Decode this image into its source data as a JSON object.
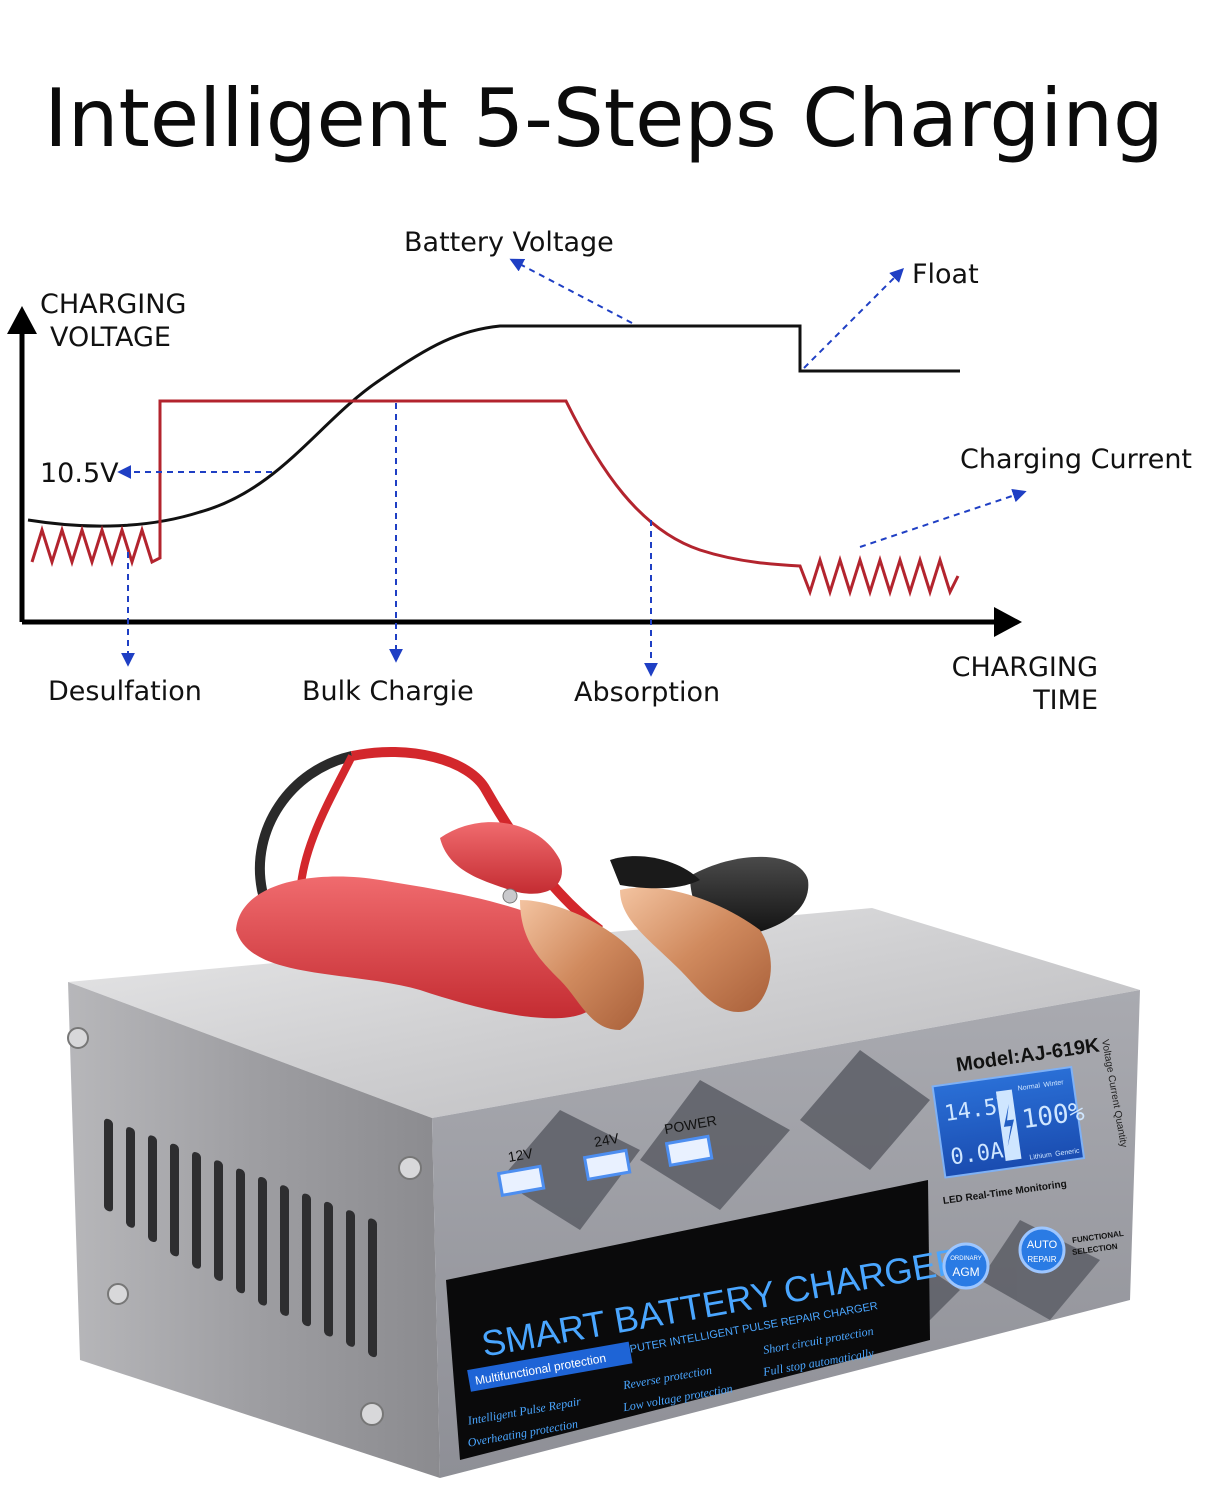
{
  "title": "Intelligent 5-Steps Charging",
  "diagram": {
    "y_axis_label_line1": "CHARGING",
    "y_axis_label_line2": "VOLTAGE",
    "x_axis_label_line1": "CHARGING",
    "x_axis_label_line2": "TIME",
    "voltage_marker": "10.5V",
    "callout_battery_voltage": "Battery Voltage",
    "callout_float": "Float",
    "callout_charging_current": "Charging Current",
    "stage_desulfation": "Desulfation",
    "stage_bulk": "Bulk Chargie",
    "stage_absorption": "Absorption",
    "colors": {
      "voltage_curve": "#111111",
      "current_curve": "#b3242e",
      "callout_arrow": "#1f3fc4",
      "axis": "#000000"
    }
  },
  "product": {
    "model": "Model:AJ-619K",
    "side_label": "Voltage Current Quantity",
    "led_12v": "12V",
    "led_24v": "24V",
    "led_power": "POWER",
    "lcd_voltage": "14.5V",
    "lcd_current": "0.0A",
    "lcd_percent": "100%",
    "lcd_tag_normal": "Normal",
    "lcd_tag_winter": "Winter",
    "lcd_tag_lithium": "Lithium",
    "lcd_tag_generic": "Generic",
    "lcd_caption": "LED Real-Time Monitoring",
    "brand_title": "SMART BATTERY CHARGER",
    "brand_subtitle": "FULL AUTOMATIC MICROCOMPUTER INTELLIGENT PULSE REPAIR CHARGER",
    "badge": "Multifunctional protection",
    "features": [
      "Intelligent Pulse Repair",
      "Overheating protection",
      "Reverse protection",
      "Low voltage protection",
      "Short circuit protection",
      "Full stop automatically"
    ],
    "button_agm_top": "ORDINARY",
    "button_agm": "AGM",
    "button_auto": "AUTO",
    "button_repair": "REPAIR",
    "functional_line1": "FUNCTIONAL",
    "functional_line2": "SELECTION"
  }
}
